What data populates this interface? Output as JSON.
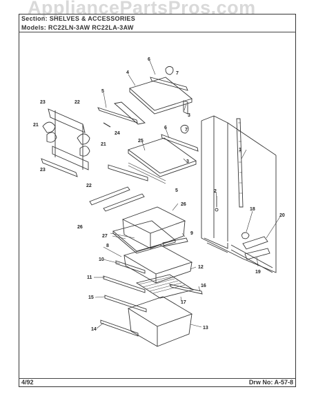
{
  "header": {
    "section": "Section: SHELVES & ACCESSORIES",
    "models": "Models: RC22LN-3AW   RC22LA-3AW"
  },
  "watermark": "AppliancePartsPros.com",
  "footer": {
    "date": "4/92",
    "drawing": "Drw No:  A-57-8"
  },
  "callouts": [
    "1",
    "2",
    "3",
    "3",
    "4",
    "5",
    "5",
    "6",
    "6",
    "7",
    "7",
    "8",
    "9",
    "10",
    "11",
    "12",
    "13",
    "14",
    "15",
    "16",
    "17",
    "18",
    "19",
    "20",
    "21",
    "21",
    "22",
    "22",
    "23",
    "23",
    "24",
    "25",
    "26",
    "26",
    "27"
  ]
}
